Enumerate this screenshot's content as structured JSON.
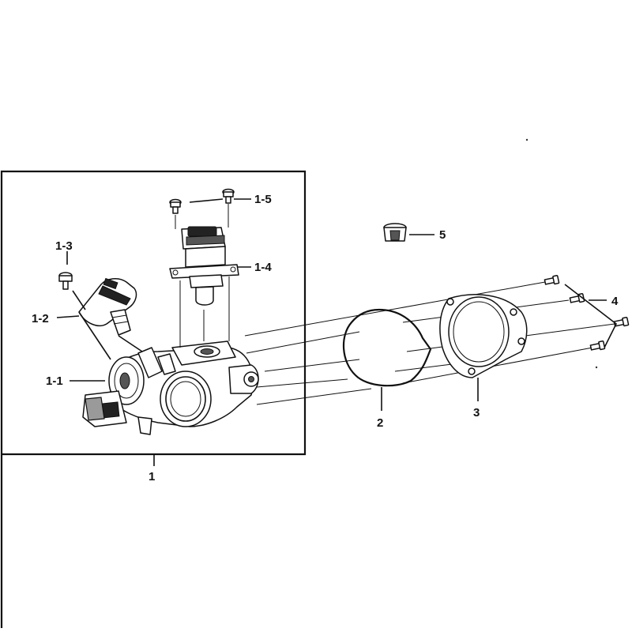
{
  "callouts": {
    "p1": "1",
    "p1_1": "1-1",
    "p1_2": "1-2",
    "p1_3": "1-3",
    "p1_4": "1-4",
    "p1_5": "1-5",
    "p2": "2",
    "p3": "3",
    "p4": "4",
    "p5": "5"
  },
  "colors": {
    "line": "#111111",
    "background": "#ffffff"
  }
}
